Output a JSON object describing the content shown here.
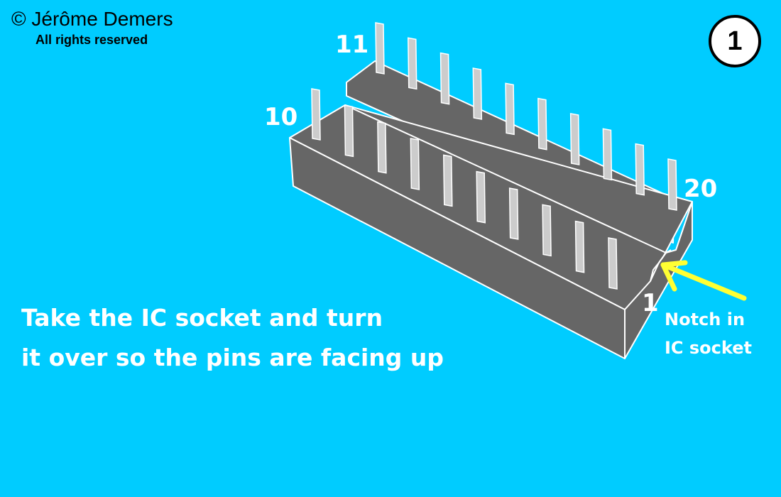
{
  "header": {
    "copyright": "© Jérôme Demers",
    "rights": "All rights reserved"
  },
  "step": {
    "number": "1"
  },
  "pin_labels": {
    "pin1": "1",
    "pin10": "10",
    "pin11": "11",
    "pin20": "20"
  },
  "annotation": {
    "line1": "Notch in",
    "line2": "IC socket"
  },
  "instruction": {
    "line1": "Take the IC socket and turn",
    "line2": "it over so the pins are facing up"
  },
  "colors": {
    "background": "#00ccff",
    "socket": "#666666",
    "pin": "#cccccc",
    "arrow": "#ffff33",
    "text": "#ffffff"
  }
}
